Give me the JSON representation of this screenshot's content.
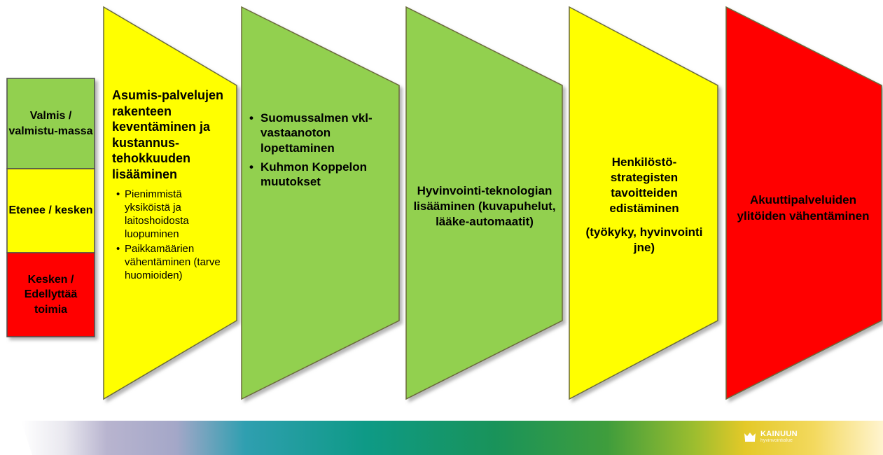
{
  "colors": {
    "done": "#92D050",
    "progress": "#FFFF00",
    "blocked": "#FF0000",
    "outline": "#6b6b3a",
    "shadow": "#9a9a9a"
  },
  "legend": [
    {
      "label": "Valmis / valmistu-massa",
      "status": "done"
    },
    {
      "label": "Etenee / kesken",
      "status": "progress"
    },
    {
      "label": "Kesken / Edellyttää toimia",
      "status": "blocked"
    }
  ],
  "steps": [
    {
      "status": "progress",
      "title": "Asumis-palvelujen rakenteen keventäminen ja kustannus-tehokkuuden lisääminen",
      "bullets": [
        "Pienimmistä yksiköistä ja laitoshoidosta luopuminen",
        "Paikkamäärien vähentäminen (tarve huomioiden)"
      ]
    },
    {
      "status": "done",
      "bullets": [
        "Suomussalmen vkl-vastaanoton lopettaminen",
        "Kuhmon Koppelon muutokset"
      ]
    },
    {
      "status": "done",
      "title": "Hyvinvointi-teknologian lisääminen (kuvapuhelut, lääke-automaatit)"
    },
    {
      "status": "progress",
      "title": "Henkilöstö-strategisten tavoitteiden edistäminen",
      "subtitle": "(työkyky, hyvinvointi jne)"
    },
    {
      "status": "blocked",
      "title": "Akuuttipalveluiden ylitöiden vähentäminen"
    }
  ],
  "logo": {
    "name": "KAINUUN",
    "sub": "hyvinvointialue",
    "icon": "crown-logo-icon"
  }
}
